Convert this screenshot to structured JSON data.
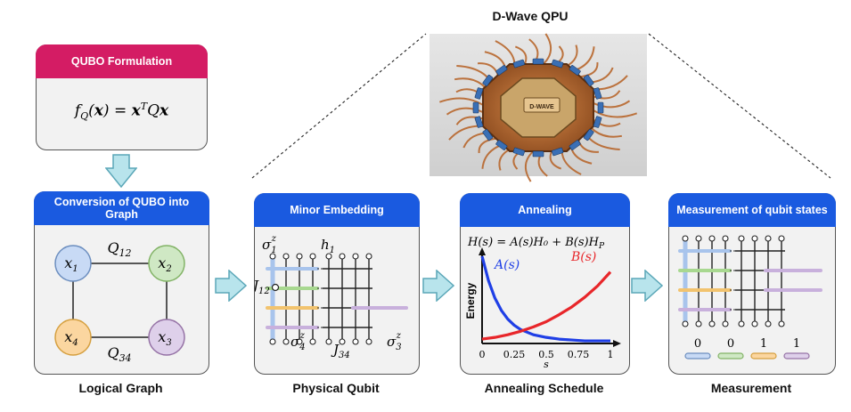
{
  "qpu": {
    "title": "D-Wave QPU",
    "chip_logo": "D-WAVE"
  },
  "qubo": {
    "header": "QUBO Formulation",
    "formula": "f_Q(x) = x^T Q x"
  },
  "logical": {
    "header": "Conversion of QUBO into Graph",
    "caption": "Logical Graph",
    "nodes": [
      {
        "label": "x",
        "sub": "1",
        "color": "#c8daf5",
        "stroke": "#6c8ebf"
      },
      {
        "label": "x",
        "sub": "2",
        "color": "#cfe8c4",
        "stroke": "#82b366"
      },
      {
        "label": "x",
        "sub": "4",
        "color": "#fbd6a0",
        "stroke": "#d6a040"
      },
      {
        "label": "x",
        "sub": "3",
        "color": "#ded0ea",
        "stroke": "#9673a6"
      }
    ],
    "edge_labels": [
      {
        "label": "Q",
        "sub": "12"
      },
      {
        "label": "Q",
        "sub": "34"
      }
    ]
  },
  "embedding": {
    "header": "Minor Embedding",
    "caption": "Physical Qubit",
    "labels": {
      "sigma1": "σ",
      "sigma1_sub": "1",
      "sigma1_sup": "z",
      "h1": "h",
      "h1_sub": "1",
      "j12": "J",
      "j12_sub": "12",
      "sigma4": "σ",
      "sigma4_sub": "4",
      "sigma4_sup": "z",
      "j34": "J",
      "j34_sub": "34",
      "sigma3": "σ",
      "sigma3_sub": "3",
      "sigma3_sup": "z"
    }
  },
  "annealing": {
    "header": "Annealing",
    "caption": "Annealing Schedule",
    "hamiltonian": "H(s) = A(s)H₀ + B(s)H",
    "hamiltonian_sub": "P",
    "chart_data": {
      "type": "line",
      "title": "",
      "xlabel": "s",
      "ylabel": "Energy",
      "xlim": [
        0,
        1
      ],
      "x_ticks": [
        "0",
        "0.25",
        "0.5",
        "0.75",
        "1"
      ],
      "series": [
        {
          "name": "A(s)",
          "color": "#1f3fe6",
          "x": [
            0,
            0.05,
            0.1,
            0.15,
            0.2,
            0.25,
            0.3,
            0.4,
            0.5,
            0.6,
            0.7,
            0.8,
            0.9,
            1.0
          ],
          "y": [
            1.0,
            0.72,
            0.52,
            0.38,
            0.28,
            0.21,
            0.16,
            0.1,
            0.07,
            0.05,
            0.04,
            0.03,
            0.03,
            0.03
          ]
        },
        {
          "name": "B(s)",
          "color": "#e8262a",
          "x": [
            0,
            0.1,
            0.2,
            0.3,
            0.4,
            0.5,
            0.6,
            0.7,
            0.8,
            0.9,
            1.0
          ],
          "y": [
            0.05,
            0.07,
            0.1,
            0.14,
            0.19,
            0.25,
            0.33,
            0.42,
            0.53,
            0.66,
            0.82
          ]
        }
      ]
    }
  },
  "measurement": {
    "header": "Measurement of qubit states",
    "caption": "Measurement",
    "states": [
      {
        "value": "0",
        "color": "#c8daf5",
        "stroke": "#6c8ebf"
      },
      {
        "value": "0",
        "color": "#cfe8c4",
        "stroke": "#82b366"
      },
      {
        "value": "1",
        "color": "#fbd6a0",
        "stroke": "#d6a040"
      },
      {
        "value": "1",
        "color": "#ded0ea",
        "stroke": "#9673a6"
      }
    ]
  },
  "colors": {
    "header_blue": "#1a5ae0",
    "header_pink": "#d41c64",
    "arrow_fill": "#b8e4ec",
    "arrow_stroke": "#5ba7b8"
  }
}
